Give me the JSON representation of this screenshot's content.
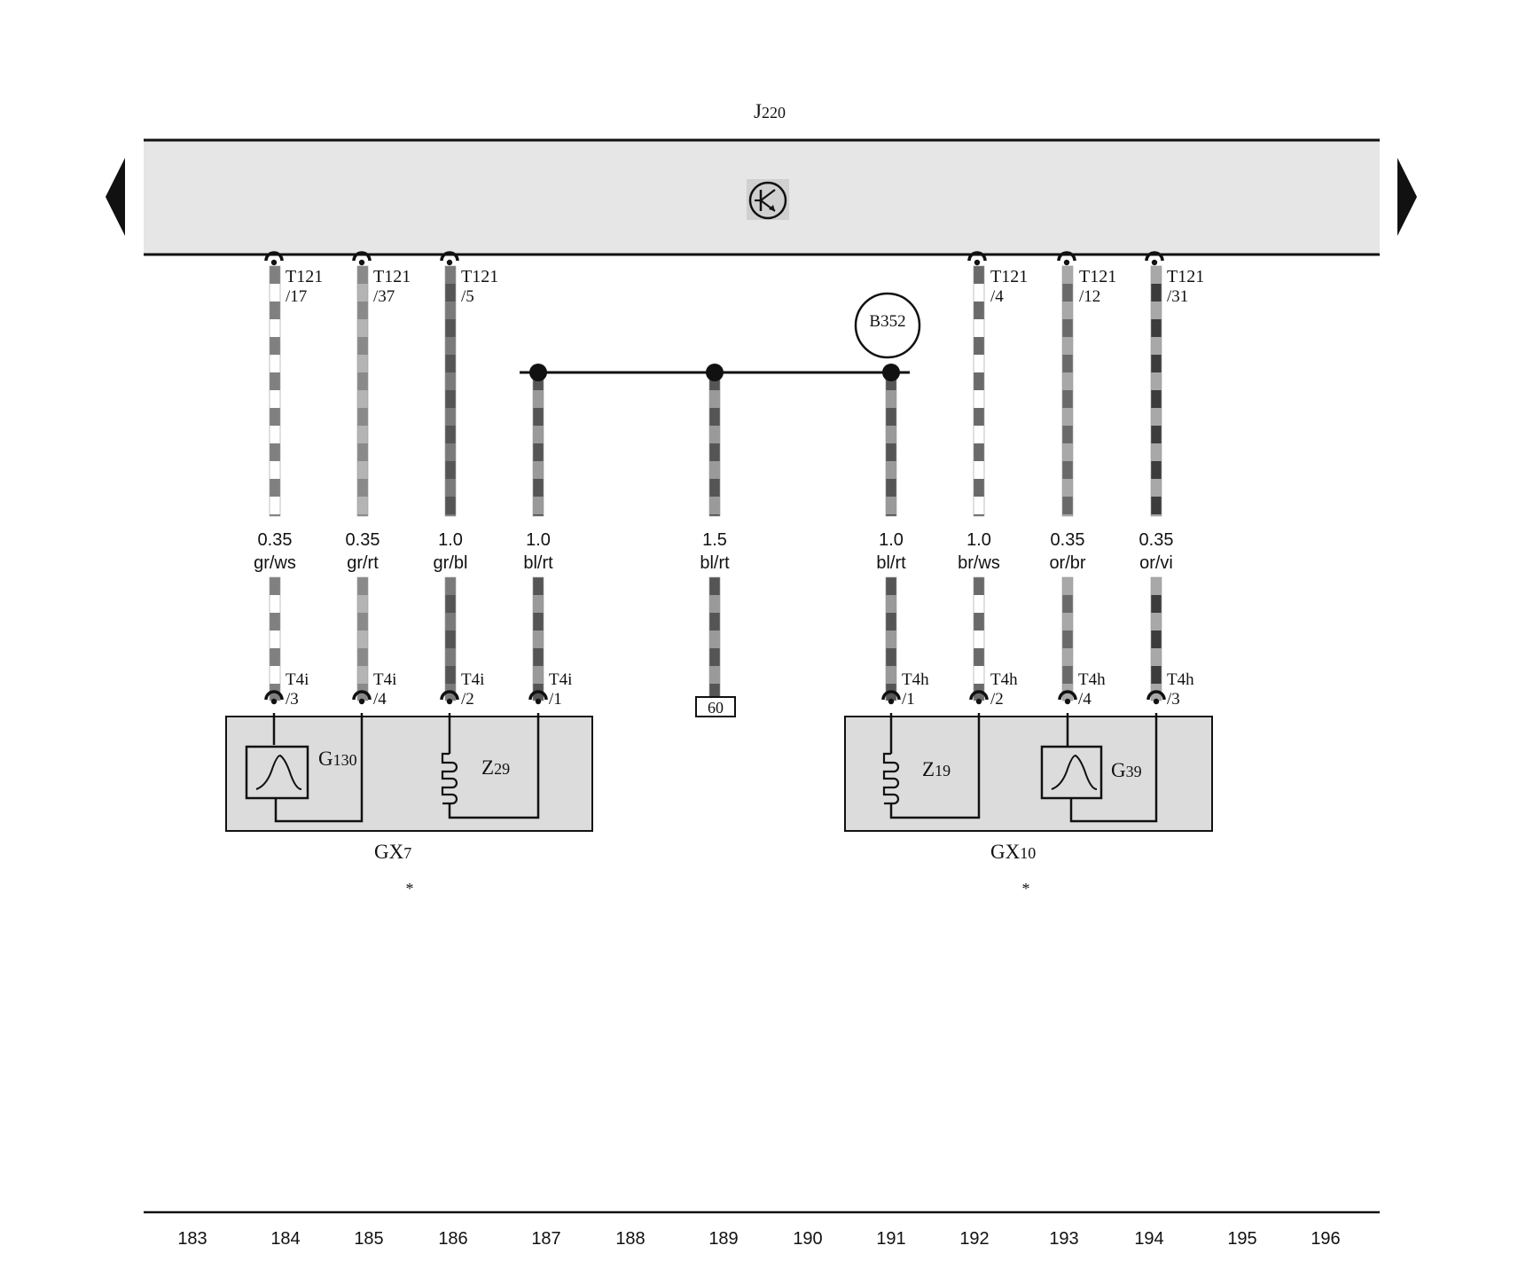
{
  "control_unit": {
    "id": "J",
    "num": "220",
    "symbol": "transistor-symbol"
  },
  "splice_label": "B352",
  "ground_label": "60",
  "wires": [
    {
      "key": "w184",
      "size": "0.35",
      "color_code": "gr/ws",
      "top_pin": {
        "code": "T121",
        "pin": "/17"
      },
      "bottom_pin": {
        "code": "T4i",
        "pin": "/3"
      },
      "stripe_a": "#808080",
      "stripe_b": "#ffffff"
    },
    {
      "key": "w185",
      "size": "0.35",
      "color_code": "gr/rt",
      "top_pin": {
        "code": "T121",
        "pin": "/37"
      },
      "bottom_pin": {
        "code": "T4i",
        "pin": "/4"
      },
      "stripe_a": "#8a8a8a",
      "stripe_b": "#b4b4b4"
    },
    {
      "key": "w186",
      "size": "1.0",
      "color_code": "gr/bl",
      "top_pin": {
        "code": "T121",
        "pin": "/5"
      },
      "bottom_pin": {
        "code": "T4i",
        "pin": "/2"
      },
      "stripe_a": "#7a7a7a",
      "stripe_b": "#555555"
    },
    {
      "key": "w187",
      "size": "1.0",
      "color_code": "bl/rt",
      "bottom_pin": {
        "code": "T4i",
        "pin": "/1"
      },
      "stripe_a": "#555555",
      "stripe_b": "#9a9a9a"
    },
    {
      "key": "w189",
      "size": "1.5",
      "color_code": "bl/rt",
      "stripe_a": "#555555",
      "stripe_b": "#9a9a9a"
    },
    {
      "key": "w191",
      "size": "1.0",
      "color_code": "bl/rt",
      "bottom_pin": {
        "code": "T4h",
        "pin": "/1"
      },
      "stripe_a": "#555555",
      "stripe_b": "#9a9a9a"
    },
    {
      "key": "w192",
      "size": "1.0",
      "color_code": "br/ws",
      "top_pin": {
        "code": "T121",
        "pin": "/4"
      },
      "bottom_pin": {
        "code": "T4h",
        "pin": "/2"
      },
      "stripe_a": "#6a6a6a",
      "stripe_b": "#ffffff"
    },
    {
      "key": "w193",
      "size": "0.35",
      "color_code": "or/br",
      "top_pin": {
        "code": "T121",
        "pin": "/12"
      },
      "bottom_pin": {
        "code": "T4h",
        "pin": "/4"
      },
      "stripe_a": "#a8a8a8",
      "stripe_b": "#6a6a6a"
    },
    {
      "key": "w194",
      "size": "0.35",
      "color_code": "or/vi",
      "top_pin": {
        "code": "T121",
        "pin": "/31"
      },
      "bottom_pin": {
        "code": "T4h",
        "pin": "/3"
      },
      "stripe_a": "#a8a8a8",
      "stripe_b": "#3c3c3c"
    }
  ],
  "modules": {
    "gx7": {
      "id": "GX",
      "num": "7",
      "note": "*",
      "sensor": {
        "id": "G",
        "num": "130"
      },
      "heater": {
        "id": "Z",
        "num": "29"
      }
    },
    "gx10": {
      "id": "GX",
      "num": "10",
      "note": "*",
      "sensor": {
        "id": "G",
        "num": "39"
      },
      "heater": {
        "id": "Z",
        "num": "19"
      }
    }
  },
  "ruler": [
    "183",
    "184",
    "185",
    "186",
    "187",
    "188",
    "189",
    "190",
    "191",
    "192",
    "193",
    "194",
    "195",
    "196"
  ],
  "colors": {
    "unit_fill": "#e6e6e6",
    "module_fill": "#dcdcdc",
    "line": "#111111"
  }
}
